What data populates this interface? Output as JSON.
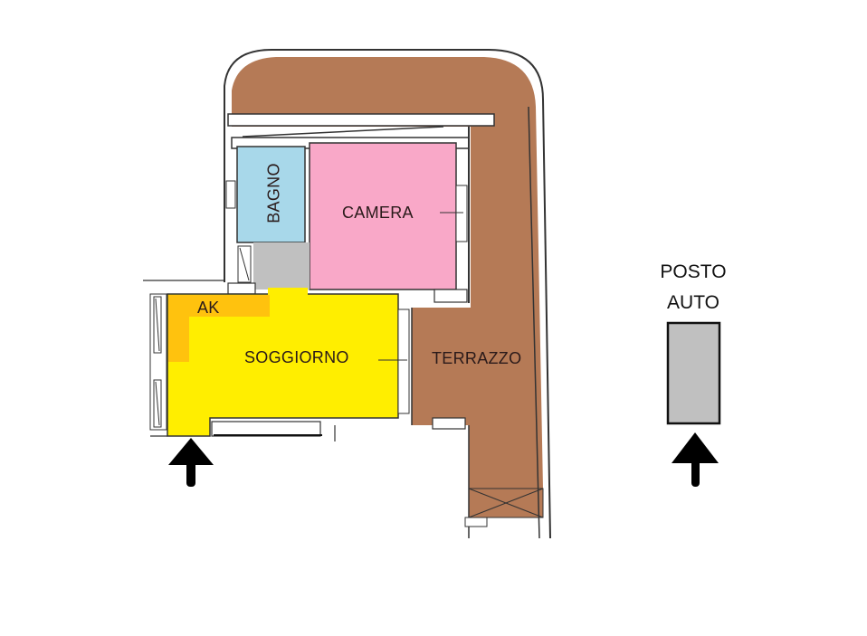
{
  "floorplan": {
    "rooms": [
      {
        "id": "bagno",
        "label": "BAGNO",
        "color": "#a8d8ea",
        "orientation": "vertical"
      },
      {
        "id": "camera",
        "label": "CAMERA",
        "color": "#f9a8c8"
      },
      {
        "id": "soggiorno",
        "label": "SOGGIORNO",
        "color": "#ffee00"
      },
      {
        "id": "ak",
        "label": "AK",
        "color": "#ffc20e"
      },
      {
        "id": "terrazzo",
        "label": "TERRAZZO",
        "color": "#b57a56"
      },
      {
        "id": "disimpegno",
        "label": "",
        "color": "#c0c0c0"
      }
    ],
    "parking": {
      "label_line1": "POSTO",
      "label_line2": "AUTO",
      "color": "#c0c0c0"
    },
    "entrance_arrows": [
      {
        "id": "apartment-entrance",
        "direction": "up"
      },
      {
        "id": "parking-entrance",
        "direction": "up"
      }
    ]
  }
}
